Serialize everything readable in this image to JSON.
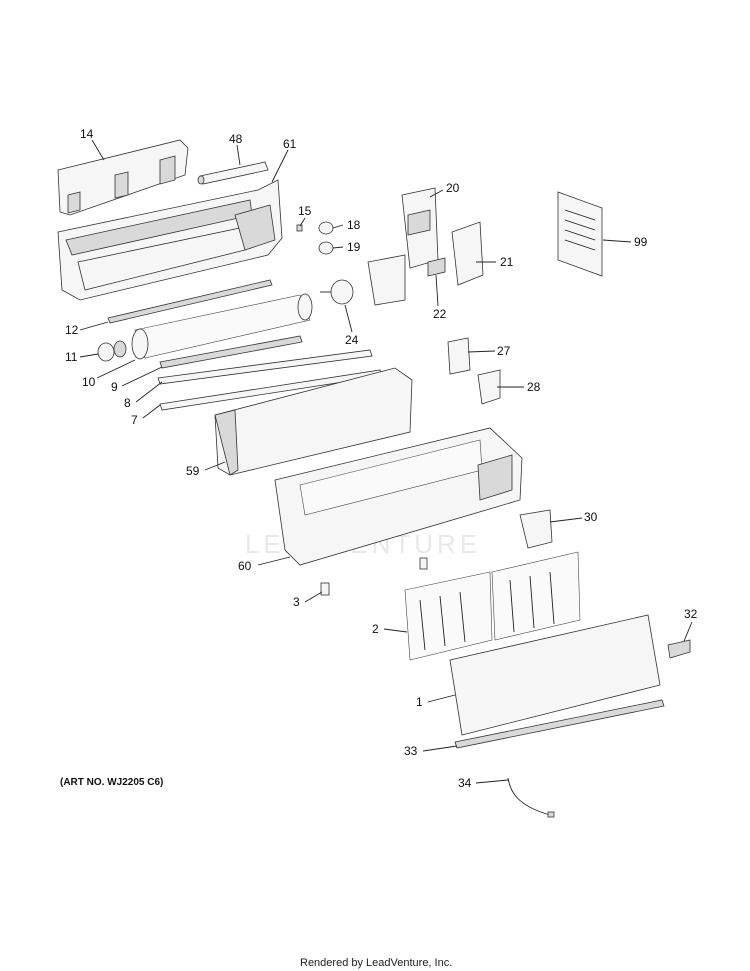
{
  "watermark": "LEADVENTURE",
  "art_number": "(ART NO. WJ2205 C6)",
  "footer": "Rendered by LeadVenture, Inc.",
  "part_labels": {
    "p1": "1",
    "p2": "2",
    "p3": "3",
    "p7": "7",
    "p8": "8",
    "p9": "9",
    "p10": "10",
    "p11": "11",
    "p12": "12",
    "p14": "14",
    "p15": "15",
    "p18": "18",
    "p19": "19",
    "p20": "20",
    "p21": "21",
    "p22": "22",
    "p24": "24",
    "p27": "27",
    "p28": "28",
    "p30": "30",
    "p32": "32",
    "p33": "33",
    "p34": "34",
    "p48": "48",
    "p59": "59",
    "p60": "60",
    "p61": "61",
    "p99": "99"
  }
}
